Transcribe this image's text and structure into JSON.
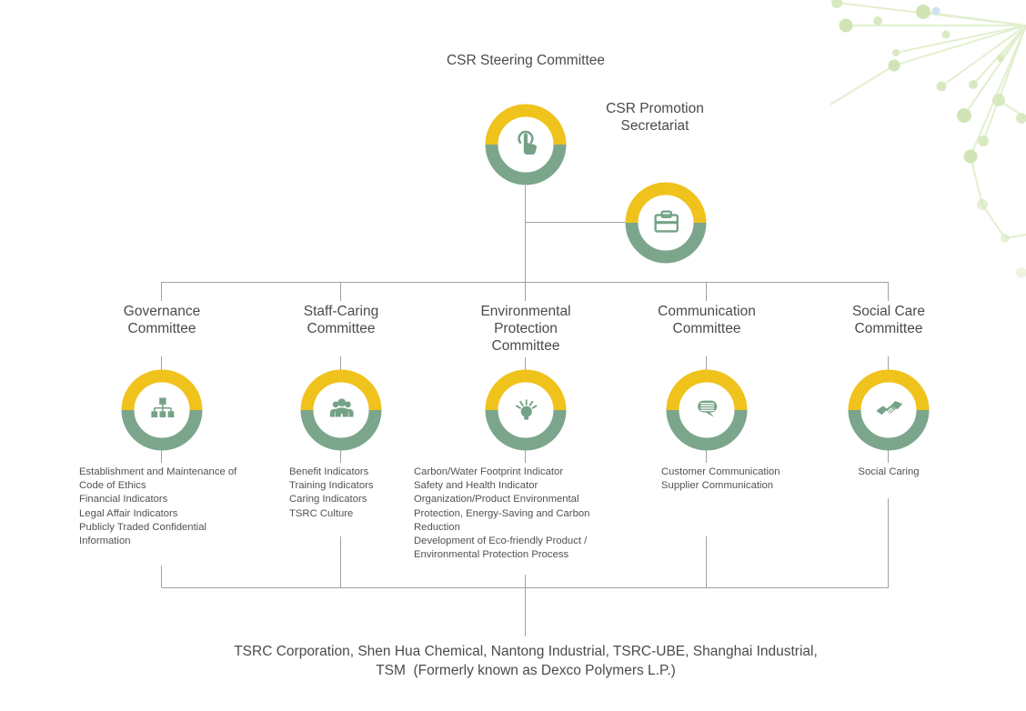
{
  "colors": {
    "ring_yellow": "#F0C21C",
    "ring_green": "#7CA68C",
    "glyph_green": "#75A287",
    "connector_gray": "#9FA1A3",
    "title_text": "#4A4B4D",
    "list_text": "#515257",
    "deco_green": "#D8EBC0",
    "deco_blue": "#CBDEF2"
  },
  "header": {
    "title": "CSR Steering Committee"
  },
  "root": {
    "icon": "touch-icon"
  },
  "secretariat": {
    "label": "CSR Promotion\nSecretariat",
    "icon": "briefcase-icon"
  },
  "committees": [
    {
      "title": "Governance\nCommittee",
      "icon": "hierarchy-icon",
      "items": [
        "Establishment and Maintenance of\nCode of Ethics",
        "Financial Indicators",
        "Legal Affair Indicators",
        "Publicly Traded Confidential\nInformation"
      ]
    },
    {
      "title": "Staff-Caring\nCommittee",
      "icon": "people-icon",
      "items": [
        "Benefit Indicators",
        "Training Indicators",
        "Caring Indicators",
        "TSRC Culture"
      ]
    },
    {
      "title": "Environmental\nProtection\nCommittee",
      "icon": "lightbulb-icon",
      "items": [
        "Carbon/Water Footprint Indicator",
        "Safety and Health Indicator",
        "Organization/Product Environmental\nProtection, Energy-Saving and Carbon\nReduction",
        "Development of Eco-friendly Product /\nEnvironmental Protection Process"
      ]
    },
    {
      "title": "Communication\nCommittee",
      "icon": "speech-bubble-icon",
      "items": [
        "Customer Communication",
        "Supplier Communication"
      ]
    },
    {
      "title": "Social Care\nCommittee",
      "icon": "handshake-icon",
      "items": [
        "Social Caring"
      ]
    }
  ],
  "footer": {
    "companies": "TSRC Corporation, Shen Hua Chemical, Nantong Industrial, TSRC-UBE, Shanghai Industrial,\nTSM  (Formerly known as Dexco Polymers L.P.)"
  }
}
